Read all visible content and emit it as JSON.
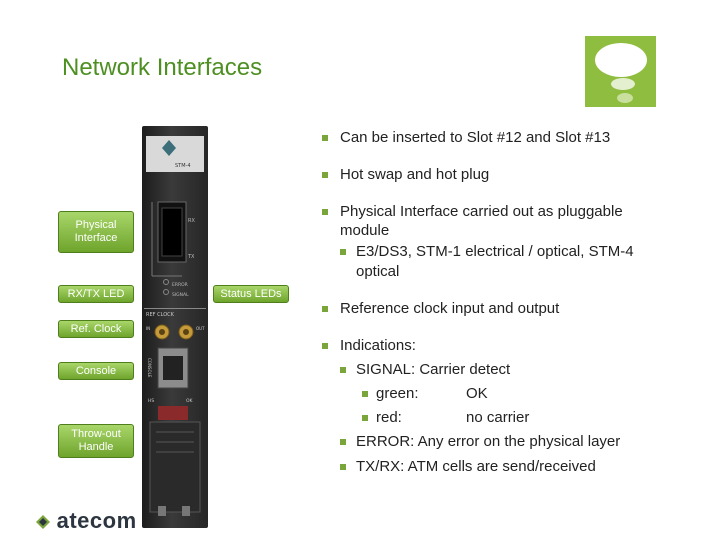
{
  "slide": {
    "title": "Network Interfaces",
    "brand": "atecom"
  },
  "callouts": {
    "physical_interface": "Physical Interface",
    "rxtx_led": "RX/TX LED",
    "status_leds": "Status LEDs",
    "ref_clock": "Ref. Clock",
    "console": "Console",
    "throwout_handle": "Throw-out Handle"
  },
  "module_labels": {
    "stm4": "STM-4",
    "rx": "RX",
    "tx": "TX",
    "error": "ERROR",
    "signal": "SIGNAL",
    "ref_clock": "REF CLOCK",
    "in": "IN",
    "out": "OUT",
    "console": "CONSOLE",
    "hs": "HS",
    "ok": "OK"
  },
  "bullets": [
    {
      "level": 1,
      "text": "Can be inserted to Slot #12 and Slot #13"
    },
    {
      "level": 1,
      "text": "Hot swap and hot plug"
    },
    {
      "level": 1,
      "text": "Physical Interface carried out as pluggable"
    },
    {
      "level": 0,
      "text": "module"
    },
    {
      "level": 2,
      "text": "E3/DS3, STM-1 electrical / optical, STM-4"
    },
    {
      "level": 0,
      "text": "optical"
    },
    {
      "level": 1,
      "text": "Reference clock input and output"
    },
    {
      "level": 1,
      "text": "Indications:"
    },
    {
      "level": 2,
      "text": "SIGNAL: Carrier detect"
    },
    {
      "level": 3,
      "text": "green:"
    },
    {
      "level": 3,
      "text": "red:"
    },
    {
      "level": 2,
      "text": "ERROR:  Any error on the physical layer"
    },
    {
      "level": 2,
      "text": "TX/RX:  ATM cells are send/received"
    }
  ],
  "bullet_values": {
    "green": "OK",
    "red": "no carrier"
  },
  "colors": {
    "title": "#4e8f22",
    "accent": "#8fbd3f",
    "bullet": "#7aa53a"
  }
}
